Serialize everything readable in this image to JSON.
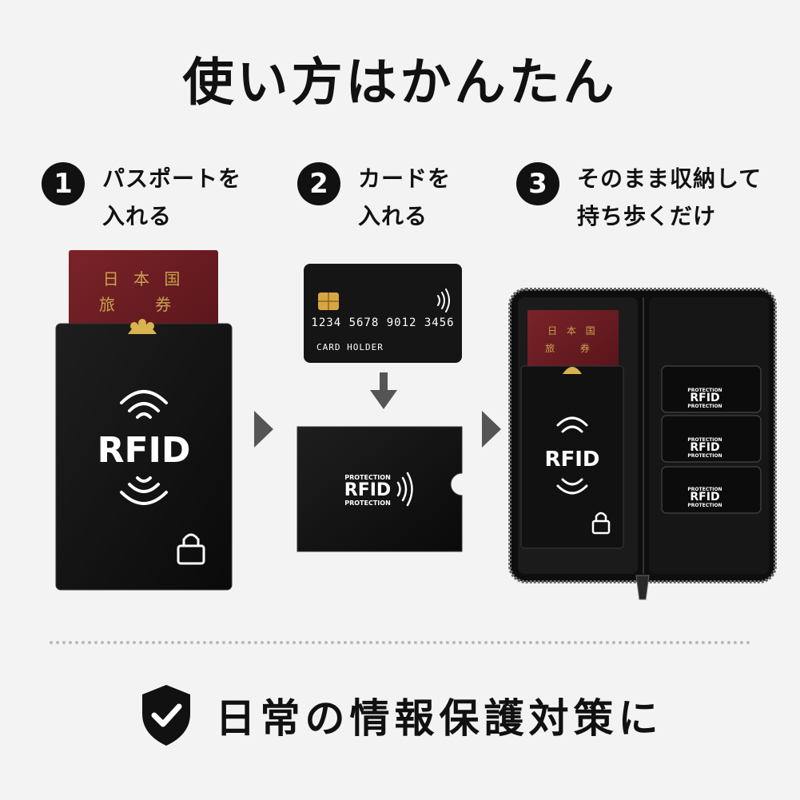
{
  "header": {
    "title": "使い方はかんたん"
  },
  "steps": [
    {
      "number": "1",
      "line1": "パスポートを",
      "line2": "入れる"
    },
    {
      "number": "2",
      "line1": "カードを",
      "line2": "入れる"
    },
    {
      "number": "3",
      "line1": "そのまま収納して",
      "line2": "持ち歩くだけ"
    }
  ],
  "passport": {
    "line1": "日 本 国",
    "line2": "旅 券"
  },
  "sleeve": {
    "label": "RFID"
  },
  "card": {
    "number": "1234 5678 9012 3456",
    "holder": "CARD HOLDER"
  },
  "card_sleeve": {
    "top": "PROTECTION",
    "label": "RFID",
    "bottom": "PROTECTION"
  },
  "footer": {
    "text": "日常の情報保護対策に"
  },
  "icons": {
    "arrow_right": "triangle-right-icon",
    "arrow_down": "down-arrow-icon",
    "shield": "shield-check-icon"
  },
  "colors": {
    "passport": "#6e1f24",
    "sleeve": "#121212",
    "background": "#f3f3f3"
  }
}
